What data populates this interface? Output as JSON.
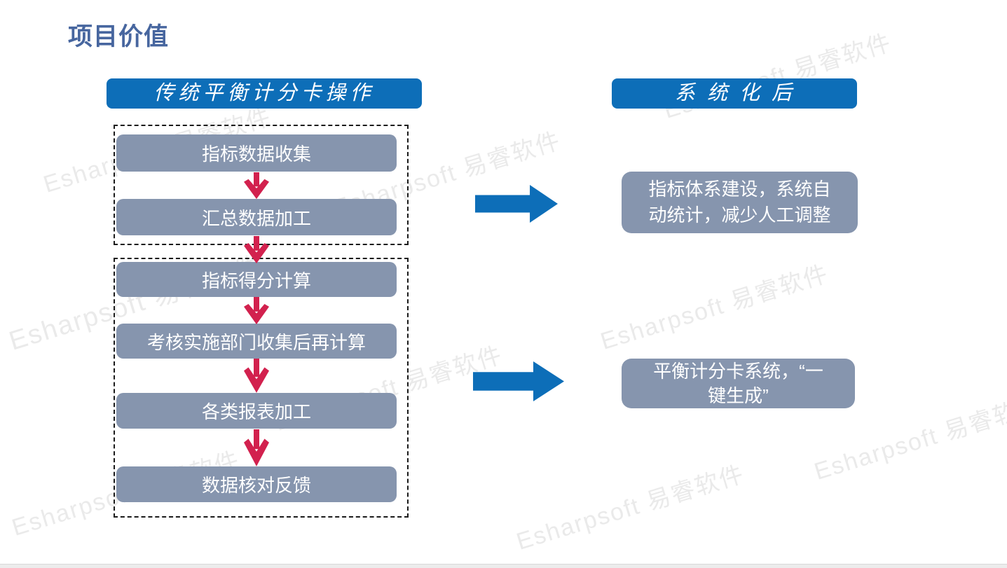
{
  "slide": {
    "title": "项目价值",
    "watermark": "Esharpsoft 易睿软件"
  },
  "left_panel": {
    "header": "传统平衡计分卡操作",
    "group1_steps": [
      "指标数据收集",
      "汇总数据加工"
    ],
    "group2_steps": [
      "指标得分计算",
      "考核实施部门收集后再计算",
      "各类报表加工",
      "数据核对反馈"
    ]
  },
  "right_panel": {
    "header": "系统化后",
    "result1": "指标体系建设，系统自\n动统计，减少人工调整",
    "result2": "平衡计分卡系统，“一\n键生成”"
  },
  "colors": {
    "header_blue": "#0d6eb8",
    "box_gray": "#8695ae",
    "arrow_red": "#d2214e",
    "title_blue": "#47669f",
    "watermark_gray": "#eaeaea"
  }
}
